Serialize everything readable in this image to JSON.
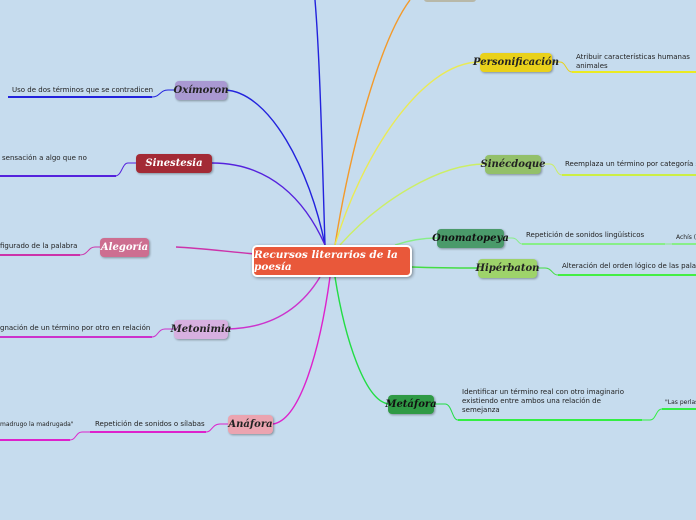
{
  "central": "Recursos literarios de la poesía",
  "nodes": {
    "oximoron": "Oxímoron",
    "sinestesia": "Sinestesia",
    "alegoria": "Alegoría",
    "metonimia": "Metonimia",
    "anafora": "Anáfora",
    "personificacion": "Personificación",
    "sinecdoque": "Sinécdoque",
    "onomatopeya": "Onomatopeya",
    "hiperbaton": "Hipérbaton",
    "metafora": "Metáfora"
  },
  "texts": {
    "oximoron_def": "Uso de dos términos que se contradicen",
    "sinestesia_def": "sensación a algo que no",
    "alegoria_def": "figurado de la palabra",
    "metonimia_def": "gnación de un término por otro en relación",
    "anafora_def": "Repetición de sonidos o sílabas",
    "anafora_ex": "madrugo la madrugada\"",
    "personificacion_def_1": "Atribuir características humanas",
    "personificacion_def_2": "animales",
    "sinecdoque_def": "Reemplaza un término por categoría s",
    "onomatopeya_def": "Repetición de sonidos lingüísticos",
    "onomatopeya_ex": "Achís (",
    "hiperbaton_def": "Alteración del orden lógico de las pala",
    "metafora_def_1": "Identificar un término real con otro imaginario",
    "metafora_def_2": "existiendo entre ambos una relación de",
    "metafora_def_3": "semejanza",
    "metafora_ex": "\"Las perlas"
  },
  "colors": {
    "background": "#c6dcee",
    "central": "#e9583a",
    "oximoron": "#a999d2",
    "sinestesia": "#a32a35",
    "alegoria": "#cd6e90",
    "metonimia": "#d7b0e0",
    "anafora": "#eba4b0",
    "personificacion": "#e9d11a",
    "sinecdoque": "#93c06a",
    "onomatopeya": "#4a9a6a",
    "hiperbaton": "#9ed36a",
    "metafora": "#2f9a45"
  }
}
